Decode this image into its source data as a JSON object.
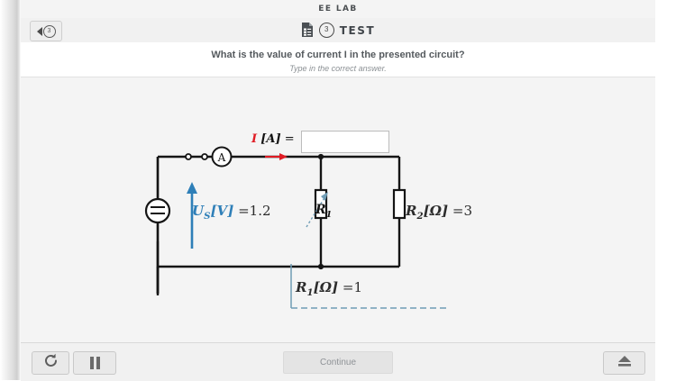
{
  "window": {
    "app_title": "EE LAB"
  },
  "nav": {
    "back_badge": "3",
    "doc_icon": "document-icon",
    "step_badge": "3",
    "label": "TEST"
  },
  "question": {
    "prompt": "What is the value of current I in the presented circuit?",
    "hint": "Type in the correct answer."
  },
  "answer": {
    "value": "",
    "placeholder": ""
  },
  "circuit": {
    "current_label_symbol": "I",
    "current_label_unit": "[A]",
    "current_label_eq": "=",
    "source": {
      "symbol": "U",
      "subscript": "S",
      "unit": "[V]",
      "eq": "=",
      "value": "1.2",
      "component": "dc-voltage-source"
    },
    "r1": {
      "symbol": "R",
      "subscript": "1"
    },
    "r2": {
      "symbol": "R",
      "subscript": "2",
      "unit": "[Ω]",
      "eq": "=",
      "value": "3"
    },
    "callout_r1": {
      "symbol": "R",
      "subscript": "1",
      "unit": "[Ω]",
      "eq": "=",
      "value": "1"
    },
    "ammeter_label": "A",
    "colors": {
      "current_arrow": "#e01b24",
      "source_arrow": "#2e7fb8",
      "callout": "#6f9cb5",
      "wire": "#151515"
    }
  },
  "toolbar": {
    "refresh_icon": "refresh-icon",
    "pause_icon": "pause-icon",
    "continue_label": "Continue",
    "eject_icon": "eject-icon"
  }
}
